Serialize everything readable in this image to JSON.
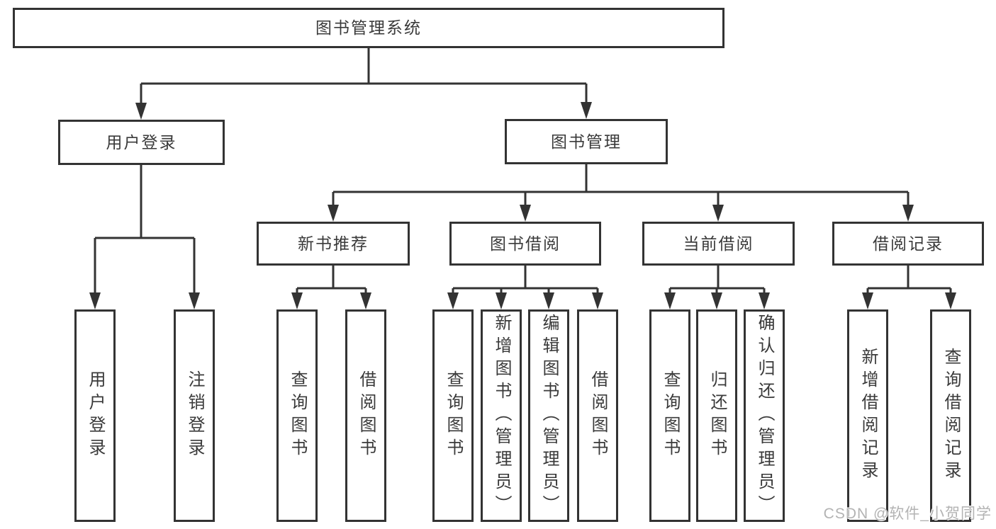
{
  "diagram": {
    "type": "hierarchy-tree",
    "title": "图书管理系统",
    "colors": {
      "line": "#333333",
      "box_border": "#333333",
      "box_fill": "#ffffff",
      "text": "#3a3a3a",
      "background": "#ffffff",
      "watermark_text": "#b3b3b3"
    },
    "tree": {
      "label": "图书管理系统",
      "children": [
        {
          "label": "用户登录",
          "children": [
            {
              "label": "用户登录"
            },
            {
              "label": "注销登录"
            }
          ]
        },
        {
          "label": "图书管理",
          "children": [
            {
              "label": "新书推荐",
              "children": [
                {
                  "label": "查询图书"
                },
                {
                  "label": "借阅图书"
                }
              ]
            },
            {
              "label": "图书借阅",
              "children": [
                {
                  "label": "查询图书"
                },
                {
                  "label": "新增图书（管理员）"
                },
                {
                  "label": "编辑图书（管理员）"
                },
                {
                  "label": "借阅图书"
                }
              ]
            },
            {
              "label": "当前借阅",
              "children": [
                {
                  "label": "查询图书"
                },
                {
                  "label": "归还图书"
                },
                {
                  "label": "确认归还（管理员）"
                }
              ]
            },
            {
              "label": "借阅记录",
              "children": [
                {
                  "label": "新增借阅记录"
                },
                {
                  "label": "查询借阅记录"
                }
              ]
            }
          ]
        }
      ]
    }
  },
  "watermark": {
    "text": "CSDN @软件_小贺同学"
  }
}
